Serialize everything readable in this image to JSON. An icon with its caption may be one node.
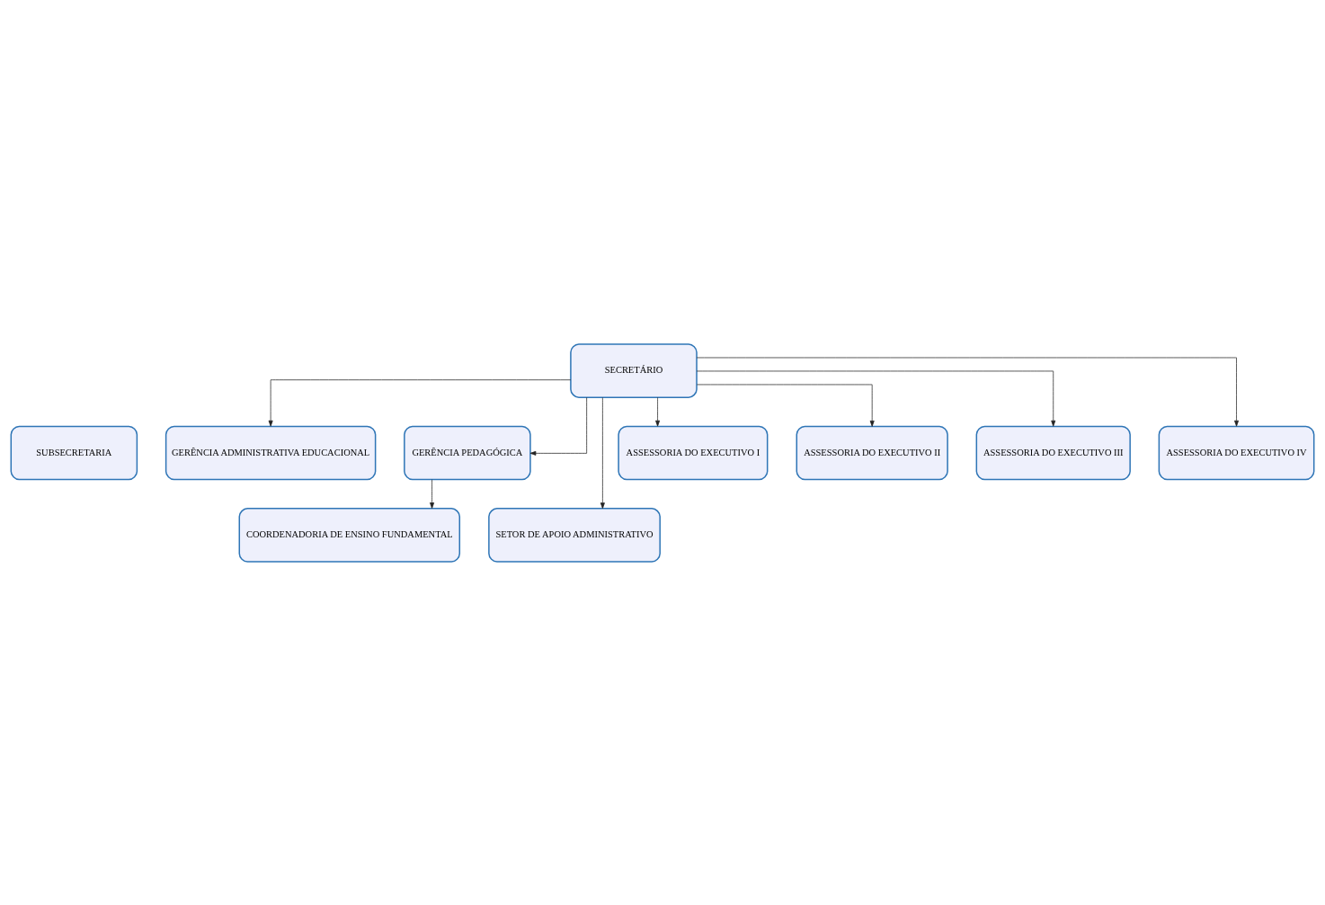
{
  "diagram": {
    "nodes": [
      {
        "text": [
          "SECRETÁRIO"
        ]
      },
      {
        "text": [
          "SUBSECRETARIA"
        ]
      },
      {
        "text": [
          "GERÊNCIA ADMINISTRATIVA EDUCACIONAL"
        ]
      },
      {
        "text": [
          "GERÊNCIA PEDAGÓGICA"
        ]
      },
      {
        "text": [
          "SETOR DE APOIO ADMINISTRATIVO"
        ]
      },
      {
        "text": [
          "COORDENADORIA DE ENSINO FUNDAMENTAL"
        ]
      },
      {
        "text": [
          "ASSESSORIA DO EXECUTIVO I"
        ]
      },
      {
        "text": [
          "ASSESSORIA DO EXECUTIVO II"
        ]
      },
      {
        "text": [
          "ASSESSORIA DO EXECUTIVO III"
        ]
      },
      {
        "text": [
          "ASSESSORIA DO EXECUTIVO IV"
        ]
      }
    ],
    "edges": [
      {
        "from": 0,
        "to": 2,
        "arrow": "to"
      },
      {
        "from": 0,
        "to": 3,
        "arrow": "to"
      },
      {
        "from": 0,
        "to": 4,
        "arrow": "to"
      },
      {
        "from": 3,
        "to": 5,
        "arrow": "to"
      },
      {
        "from": 0,
        "to": 6,
        "arrow": "to"
      },
      {
        "from": 0,
        "to": 7,
        "arrow": "to"
      },
      {
        "from": 0,
        "to": 8,
        "arrow": "to"
      },
      {
        "from": 0,
        "to": 9,
        "arrow": "to"
      }
    ]
  }
}
